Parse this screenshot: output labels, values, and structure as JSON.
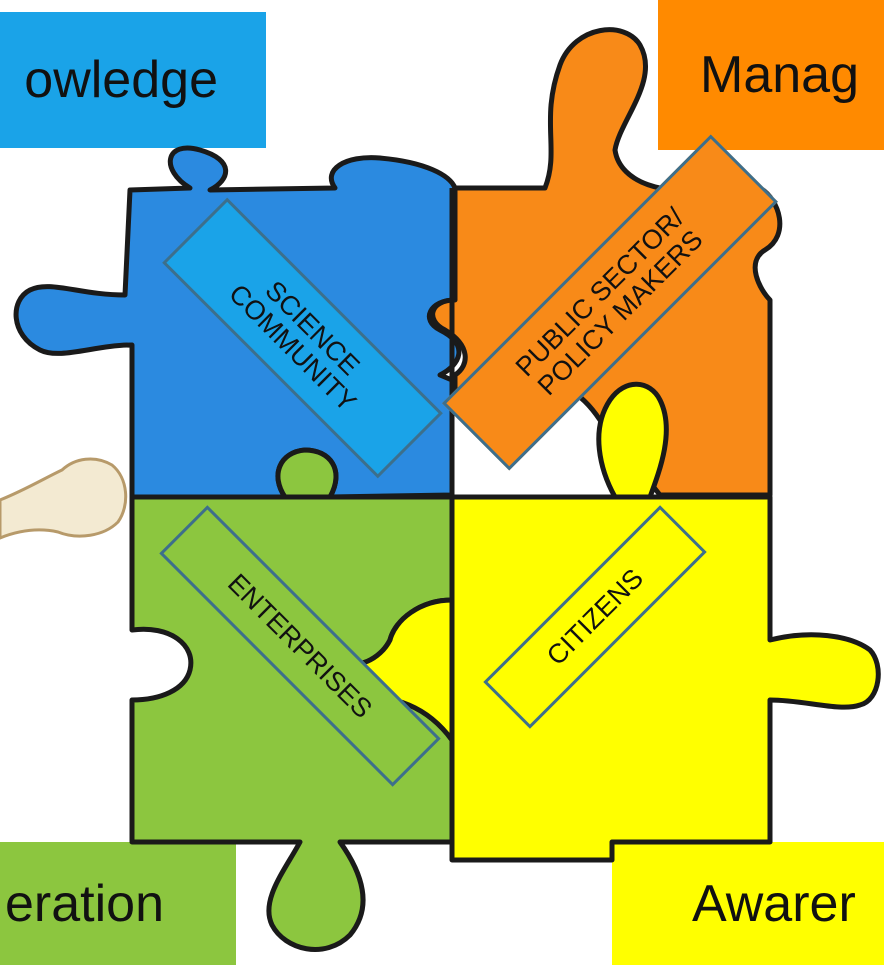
{
  "colors": {
    "blue": "#1aa3e8",
    "blue_piece": "#2b8ae0",
    "orange": "#f88a18",
    "orange_corner": "#ff8a00",
    "green": "#8cc63f",
    "yellow": "#ffff00",
    "outline": "#1a1a1a",
    "label_border": "#3d6f8c"
  },
  "corners": {
    "top_left": "owledge",
    "top_right": "Manag",
    "bottom_left": "eration",
    "bottom_right": "Awarer"
  },
  "actors": {
    "science": {
      "line1": "SCIENCE",
      "line2": "COMMUNITY"
    },
    "public": {
      "line1": "PUBLIC SECTOR/",
      "line2": "POLICY MAKERS"
    },
    "enterprises": {
      "line1": "ENTERPRISES"
    },
    "citizens": {
      "line1": "CITIZENS"
    }
  }
}
